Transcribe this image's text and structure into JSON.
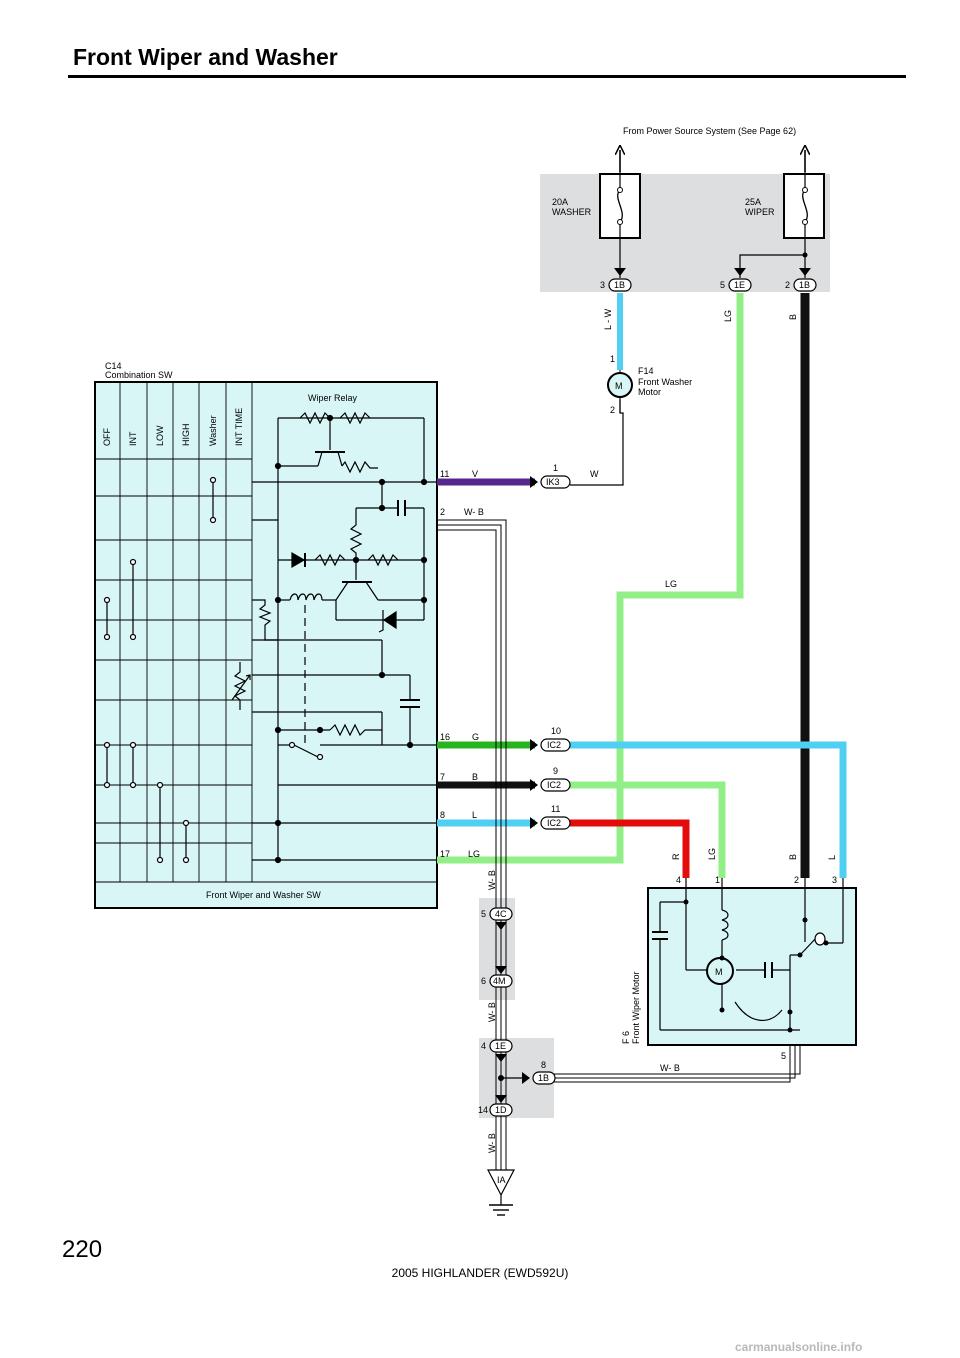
{
  "page": {
    "title": "Front Wiper and Washer",
    "page_number": "220",
    "footer": "2005 HIGHLANDER (EWD592U)",
    "watermark": "carmanualsonline.info"
  },
  "labels": {
    "power_source": "From Power Source System (See Page 62)",
    "fuse_washer_amp": "20A",
    "fuse_washer_name": "WASHER",
    "fuse_wiper_amp": "25A",
    "fuse_wiper_name": "WIPER",
    "combination_sw_code": "C14",
    "combination_sw_name": "Combination SW",
    "wiper_relay": "Wiper Relay",
    "washer_sw": "Front Wiper and Washer SW",
    "washer_motor_code": "F14",
    "washer_motor_name": "Front Washer",
    "washer_motor_name2": "Motor",
    "wiper_motor_code": "F 6",
    "wiper_motor_name": "Front Wiper Motor",
    "motor_symbol": "M",
    "ground": "IA"
  },
  "switch_positions": [
    "OFF",
    "INT",
    "LOW",
    "HIGH",
    "Washer",
    "INT TIME"
  ],
  "connectors": {
    "c1": {
      "pin": "3",
      "code": "1B"
    },
    "c2": {
      "pin": "5",
      "code": "1E"
    },
    "c3": {
      "pin": "2",
      "code": "1B"
    },
    "c4": {
      "pin": "1",
      "code": "IK3"
    },
    "c5": {
      "pin": "10",
      "code": "IC2"
    },
    "c6": {
      "pin": "9",
      "code": "IC2"
    },
    "c7": {
      "pin": "11",
      "code": "IC2"
    },
    "c8": {
      "pin": "5",
      "code": "4C"
    },
    "c9": {
      "pin": "6",
      "code": "4M"
    },
    "c10": {
      "pin": "4",
      "code": "1E"
    },
    "c11": {
      "pin": "8",
      "code": "1B"
    },
    "c12": {
      "pin": "14",
      "code": "1D"
    }
  },
  "wires": {
    "lw": "L - W",
    "lg": "LG",
    "b": "B",
    "w": "W",
    "wb": "W- B",
    "v": "V",
    "g": "G",
    "l": "L",
    "r": "R"
  },
  "pins": {
    "wm1": "1",
    "wm2": "2",
    "sw11": "11",
    "sw2": "2",
    "sw16": "16",
    "sw7": "7",
    "sw8": "8",
    "sw17": "17",
    "fm4": "4",
    "fm1": "1",
    "fm2": "2",
    "fm3": "3",
    "fm5": "5"
  },
  "colors": {
    "lightblue": "#4fd0f2",
    "lightgreen": "#92ef87",
    "green": "#27b41f",
    "violet": "#55278f",
    "red": "#e40b0b",
    "black": "#111111",
    "box_fill": "#d8f6f5",
    "gray_area": "#dcdedf"
  }
}
